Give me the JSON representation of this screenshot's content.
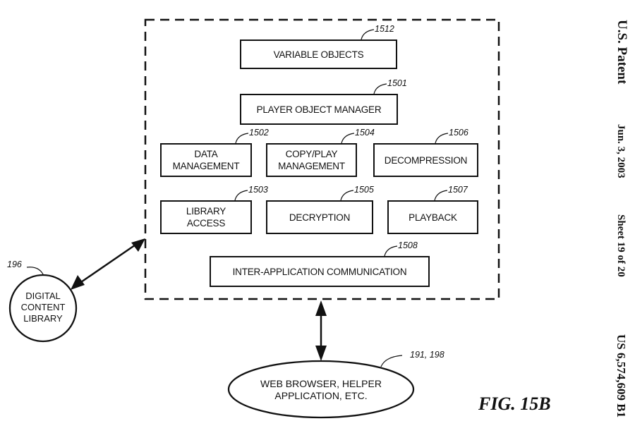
{
  "header": {
    "patent_label": "U.S. Patent",
    "date": "Jun. 3, 2003",
    "sheet": "Sheet 19 of 20",
    "patent_number": "US 6,574,609 B1"
  },
  "figure_label": "FIG. 15B",
  "boxes": {
    "variable_objects": {
      "ref": "1512",
      "label": "VARIABLE OBJECTS"
    },
    "player_object_manager": {
      "ref": "1501",
      "label": "PLAYER OBJECT MANAGER"
    },
    "data_management": {
      "ref": "1502",
      "line1": "DATA",
      "line2": "MANAGEMENT"
    },
    "copy_play_management": {
      "ref": "1504",
      "line1": "COPY/PLAY",
      "line2": "MANAGEMENT"
    },
    "decompression": {
      "ref": "1506",
      "label": "DECOMPRESSION"
    },
    "library_access": {
      "ref": "1503",
      "line1": "LIBRARY",
      "line2": "ACCESS"
    },
    "decryption": {
      "ref": "1505",
      "label": "DECRYPTION"
    },
    "playback": {
      "ref": "1507",
      "label": "PLAYBACK"
    },
    "inter_application_communication": {
      "ref": "1508",
      "label": "INTER-APPLICATION COMMUNICATION"
    }
  },
  "external": {
    "digital_content_library": {
      "ref": "196",
      "line1": "DIGITAL",
      "line2": "CONTENT",
      "line3": "LIBRARY"
    },
    "web_browser": {
      "ref": "191, 198",
      "line1": "WEB BROWSER, HELPER",
      "line2": "APPLICATION, ETC."
    }
  }
}
